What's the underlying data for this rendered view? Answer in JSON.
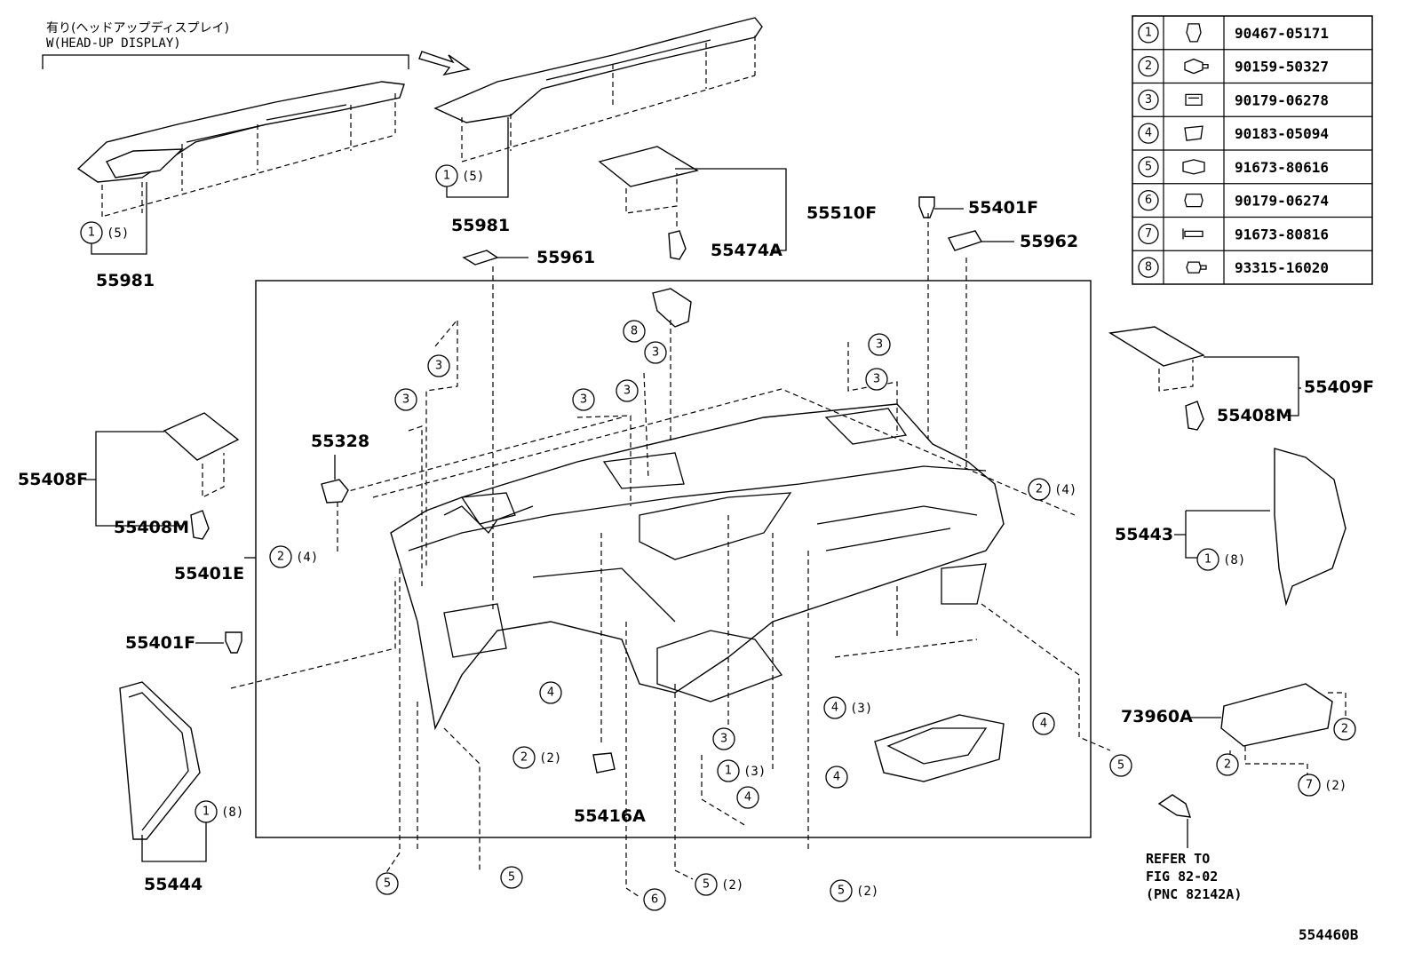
{
  "header": {
    "jp_note": "有り(ヘッドアップディスプレイ)",
    "en_note": "W(HEAD-UP DISPLAY)"
  },
  "fastener_table": [
    {
      "num": "1",
      "part_no": "90467-05171",
      "icon": "clip-icon"
    },
    {
      "num": "2",
      "part_no": "90159-50327",
      "icon": "bolt-washer-icon"
    },
    {
      "num": "3",
      "part_no": "90179-06278",
      "icon": "nut-clip-icon"
    },
    {
      "num": "4",
      "part_no": "90183-05094",
      "icon": "spring-nut-icon"
    },
    {
      "num": "5",
      "part_no": "91673-80616",
      "icon": "bolt-icon"
    },
    {
      "num": "6",
      "part_no": "90179-06274",
      "icon": "nut-icon"
    },
    {
      "num": "7",
      "part_no": "91673-80816",
      "icon": "screw-icon"
    },
    {
      "num": "8",
      "part_no": "93315-16020",
      "icon": "screw-washer-icon"
    }
  ],
  "labels": {
    "p55981a": "55981",
    "p55981b": "55981",
    "p55510F": "55510F",
    "p55474A": "55474A",
    "p55401Fa": "55401F",
    "p55962": "55962",
    "p55961": "55961",
    "p55409F": "55409F",
    "p55408Ma": "55408M",
    "p55408F": "55408F",
    "p55408Mb": "55408M",
    "p55328": "55328",
    "p55401E": "55401E",
    "p55401Fb": "55401F",
    "p55443": "55443",
    "p73960A": "73960A",
    "p55416A": "55416A",
    "p55444": "55444"
  },
  "callouts": {
    "c1_5a": "(5)",
    "c1_5b": "(5)",
    "c2_4a": "(4)",
    "c2_4b": "(4)",
    "c1_8a": "(8)",
    "c1_8b": "(8)",
    "c2_2": "(2)",
    "c1_3": "(3)",
    "c4_3": "(3)",
    "c7_2": "(2)",
    "c5_2a": "(2)",
    "c5_2b": "(2)"
  },
  "refer": {
    "line1": "REFER TO",
    "line2": "FIG 82-02",
    "line3": "(PNC 82142A)"
  },
  "figure_id": "554460B"
}
